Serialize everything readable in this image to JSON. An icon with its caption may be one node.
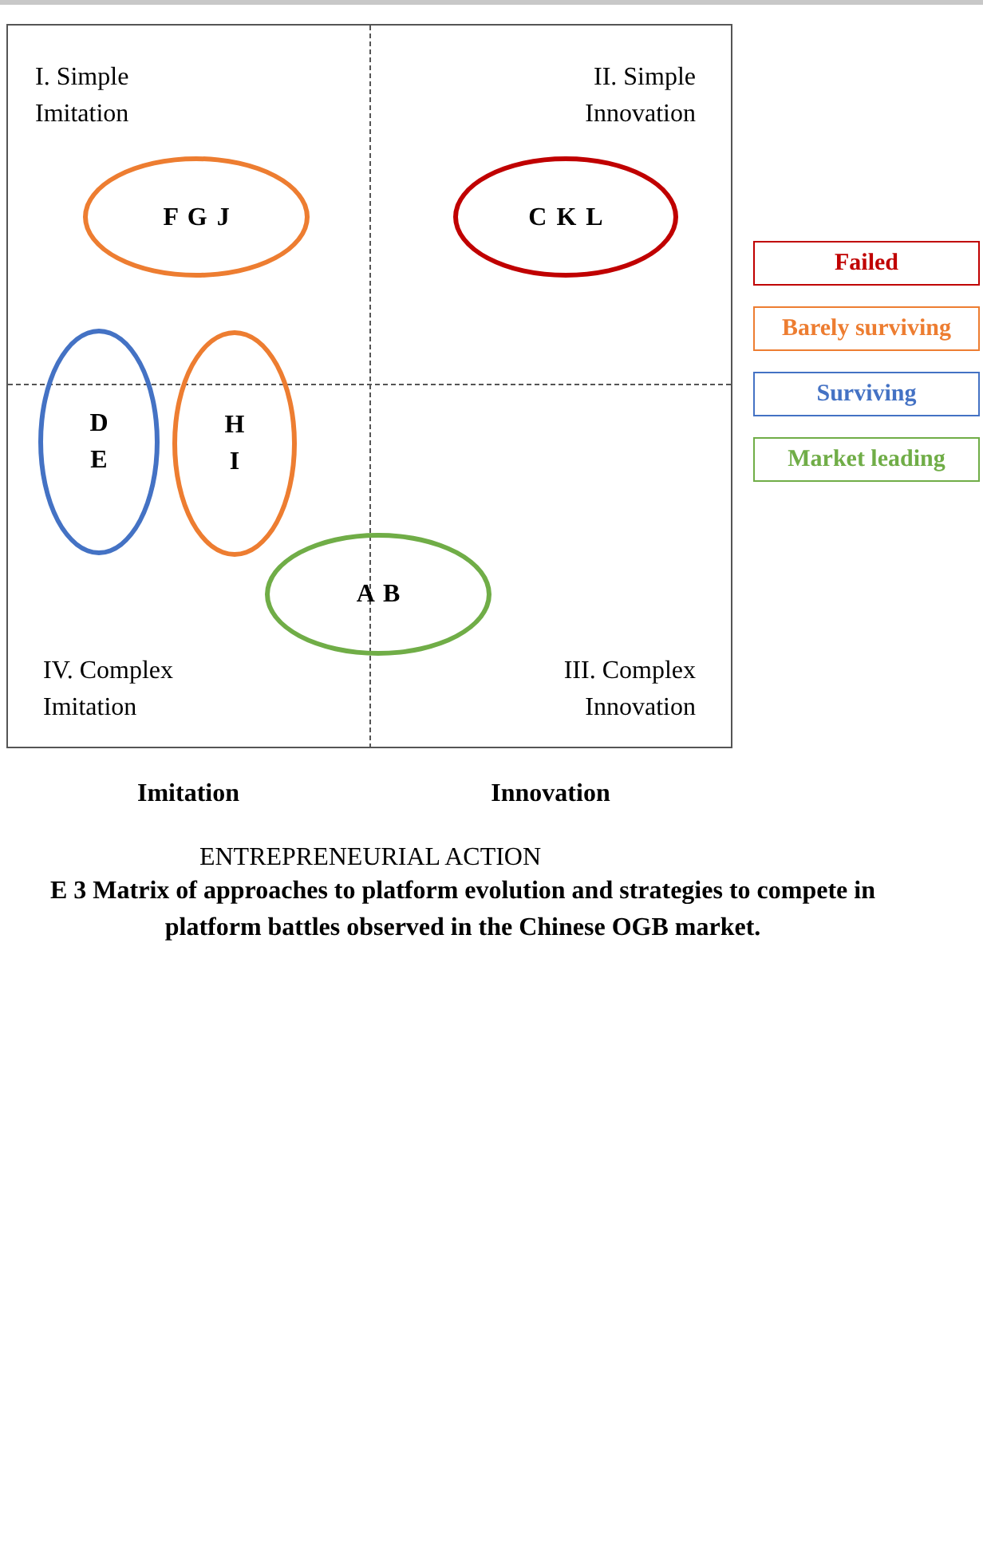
{
  "diagram": {
    "caption": "E 3 Matrix of approaches to platform evolution and strategies to compete in platform battles observed in the Chinese OGB market.",
    "nodes": [
      {
        "text": [
          "F G J"
        ]
      },
      {
        "text": [
          "C K L"
        ]
      },
      {
        "text": [
          "D E"
        ]
      },
      {
        "text": [
          "H I"
        ]
      },
      {
        "text": [
          "A B"
        ]
      }
    ],
    "edges": [],
    "labels": [
      "I. Simple Imitation",
      "II. Simple Innovation",
      "IV. Complex Imitation",
      "III. Complex Innovation",
      "Imitation",
      "Innovation",
      "ENTREPRENEURIAL ACTION"
    ],
    "legend": [
      {
        "text": "Failed",
        "color": "#c00000"
      },
      {
        "text": "Barely surviving",
        "color": "#ed7d31"
      },
      {
        "text": "Surviving",
        "color": "#4472c4"
      },
      {
        "text": "Market leading",
        "color": "#70ad47"
      }
    ]
  }
}
